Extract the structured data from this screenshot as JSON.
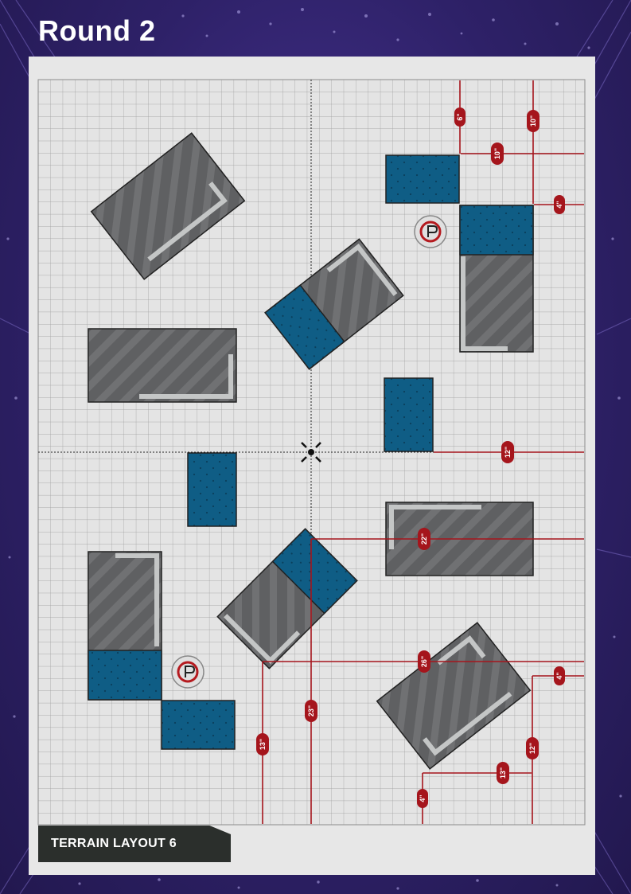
{
  "page": {
    "title": "Round 2",
    "layout_label": "TERRAIN LAYOUT 6"
  },
  "colors": {
    "background": "#2e2168",
    "board": "#e4e4e4",
    "grid_line": "#9a9a9a",
    "ruin": "#5f6062",
    "ruin_stripe": "#6f7072",
    "ruin_wall": "#c4c6c6",
    "crate": "#0f5d85",
    "measure": "#a5151c",
    "label_bg": "#2b2f2c"
  },
  "markers": {
    "center_icon": "center-crosshair-icon",
    "objective_icon": "objective-marker-icon"
  },
  "measurements": {
    "m1": "6\"",
    "m2": "10\"",
    "m3": "10\"",
    "m4": "4\"",
    "m5": "12\"",
    "m6": "22\"",
    "m7": "26\"",
    "m8": "4\"",
    "m9": "23\"",
    "m10": "13\"",
    "m11": "12\"",
    "m12": "13\"",
    "m13": "4\""
  }
}
